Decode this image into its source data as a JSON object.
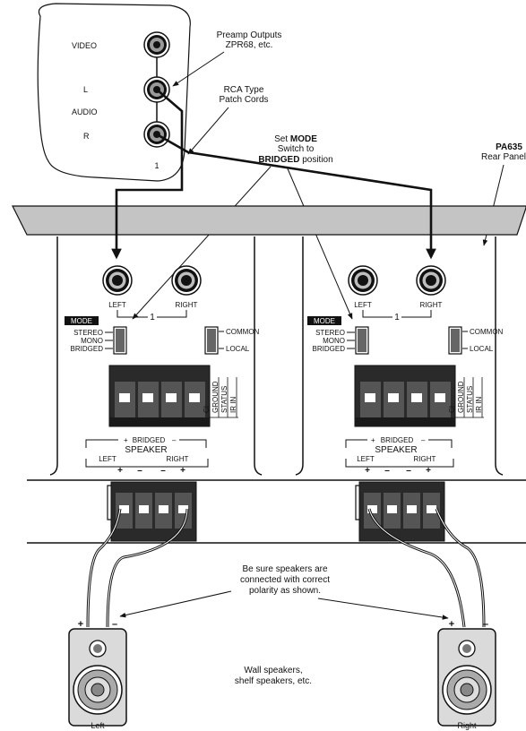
{
  "source": {
    "video_label": "VIDEO",
    "l_label": "L",
    "audio_label": "AUDIO",
    "r_label": "R",
    "number": "1"
  },
  "callouts": {
    "preamp_line1": "Preamp Outputs",
    "preamp_line2": "ZPR68, etc.",
    "rca_line1": "RCA Type",
    "rca_line2": "Patch Cords",
    "setmode_prefix": "Set ",
    "setmode_bold": "MODE",
    "setmode_line2": "Switch to",
    "setmode_bold2": "BRIDGED",
    "setmode_suffix": " position",
    "pa635_bold": "PA635",
    "pa635_line2": "Rear Panel"
  },
  "panel": {
    "left_label": "LEFT",
    "right_label": "RIGHT",
    "channel_number": "1",
    "mode_label": "MODE",
    "stereo": "STEREO",
    "mono": "MONO",
    "bridged": "BRIDGED",
    "common": "COMMON",
    "local": "LOCAL",
    "ci": "CI",
    "ground": "GROUND",
    "status": "STATUS",
    "irin": "IR IN",
    "bridged_row_plus": "+",
    "bridged_row_label": "BRIDGED",
    "bridged_row_minus": "–",
    "speaker": "SPEAKER",
    "spk_left": "LEFT",
    "spk_right": "RIGHT",
    "plus": "+",
    "minus": "–"
  },
  "notes": {
    "polarity_line1": "Be sure speakers are",
    "polarity_line2": "connected with correct",
    "polarity_line3": "polarity as shown.",
    "wall_line1": "Wall speakers,",
    "wall_line2": "shelf speakers, etc."
  },
  "speakers": {
    "left_caption": "Left",
    "right_caption": "Right",
    "plus": "+",
    "minus": "–"
  },
  "colors": {
    "line": "#111111",
    "band_fill": "#c4c4c4",
    "rca_gray": "#8a8a8a",
    "terminal_fill": "#2a2a2a",
    "speaker_fill": "#dadada"
  }
}
